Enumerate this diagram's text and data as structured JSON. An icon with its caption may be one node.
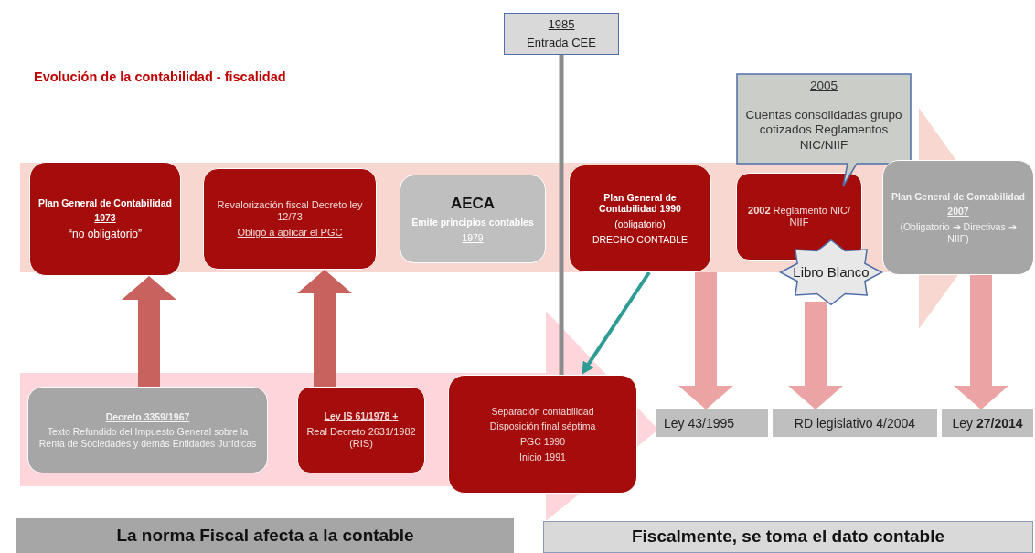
{
  "diagram": {
    "title": "Evolución de la contabilidad - fiscalidad",
    "nodes": [
      {
        "text": [
          "1985",
          "Entrada CEE"
        ]
      },
      {
        "text": [
          "Plan General de Contabilidad",
          "1973",
          "“no obligatorio”"
        ]
      },
      {
        "text": [
          "Revalorización fiscal Decreto ley 12/73",
          "Obligó a aplicar el PGC"
        ]
      },
      {
        "text": [
          "AECA",
          "Emite principios contables",
          "1979"
        ]
      },
      {
        "text": [
          "Plan General de Contabilidad 1990",
          "(obligatorio)",
          "DRECHO CONTABLE"
        ]
      },
      {
        "text": [
          "**2002** Reglamento NIC/ NIIF"
        ]
      },
      {
        "text": [
          "2005",
          "Cuentas consolidadas grupo cotizados Reglamentos NIC/NIIF"
        ]
      },
      {
        "text": [
          "Libro Blanco"
        ]
      },
      {
        "text": [
          "Plan General de Contabilidad",
          "2007",
          "(Obligatorio ➔ Directivas ➔ NIIF)"
        ]
      },
      {
        "text": [
          "Decreto 3359/1967",
          "Texto Refundido del Impuesto General sobre la Renta de Sociedades y demás Entidades Jurídicas"
        ]
      },
      {
        "text": [
          "Ley IS 61/1978 **+**",
          "Real Decreto 2631/1982 (RIS)"
        ]
      },
      {
        "text": [
          "Separación contabilidad",
          "Disposición final séptima",
          "PGC 1990",
          "Inicio 1991"
        ]
      },
      {
        "text": [
          "Ley 43/1995"
        ]
      },
      {
        "text": [
          "RD legislativo 4/2004"
        ]
      },
      {
        "text": [
          "Ley **27/2014**"
        ]
      },
      {
        "text": [
          "La norma Fiscal afecta a la contable"
        ]
      },
      {
        "text": [
          "Fiscalmente, se toma el dato contable"
        ]
      }
    ],
    "edges": [
      {
        "from": 0,
        "to": 11,
        "arrow": "none",
        "color": "#8c8c8c"
      },
      {
        "from": 4,
        "to": 11,
        "arrow": "to",
        "color": "#2e9c94"
      },
      {
        "from": 9,
        "to": 1,
        "arrow": "to",
        "color": "#c8625f"
      },
      {
        "from": 10,
        "to": 2,
        "arrow": "to",
        "color": "#c8625f"
      },
      {
        "from": 4,
        "to": 12,
        "arrow": "to",
        "color": "#eba3a3"
      },
      {
        "from": 7,
        "to": 13,
        "arrow": "to",
        "color": "#eba3a3"
      },
      {
        "from": 8,
        "to": 14,
        "arrow": "to",
        "color": "#eba3a3"
      }
    ]
  }
}
